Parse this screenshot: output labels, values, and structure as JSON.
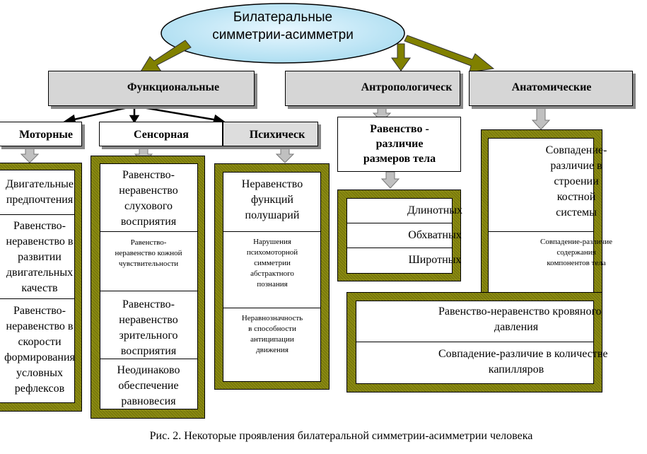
{
  "root": {
    "title_lines": [
      "Билатеральные",
      "симметрии-асимметри"
    ]
  },
  "categories": {
    "functional": "Функциональные",
    "anthropological": "Антропологическ",
    "anatomical": "Анатомические"
  },
  "functional_sub": {
    "motor": "Моторные",
    "sensory": "Сенсорная",
    "psychic": "Психическ"
  },
  "motor_items": [
    [
      "Двигательные",
      "предпочтения"
    ],
    [
      "Равенство-",
      "неравенство в",
      "развитии",
      "двигательных",
      "качеств"
    ],
    [
      "Равенство-",
      "неравенство в",
      "скорости",
      "формирования",
      "условных",
      "рефлексов"
    ]
  ],
  "sensory_items": [
    [
      "Равенство-",
      "неравенство",
      "слухового",
      "восприятия"
    ],
    [
      "Равенство-",
      "неравенство кожной",
      "чувствительности"
    ],
    [
      "Равенство-",
      "неравенство",
      "зрительного",
      "восприятия"
    ],
    [
      "Неодинаково",
      "обеспечение",
      "равновесия"
    ]
  ],
  "psychic_items": [
    [
      "Неравенство",
      "функций",
      "полушарий"
    ],
    [
      "Нарушения",
      "психомоторной",
      "симметрии",
      "абстрактного",
      "познания"
    ],
    [
      "Неравнозначность",
      "в способности",
      "антиципации",
      "движения"
    ]
  ],
  "anthro": {
    "header": [
      "Равенство -",
      "различие",
      "размеров тела"
    ],
    "items": [
      "Длинотных",
      "Обхватных",
      "Широтных"
    ]
  },
  "anatomical_items": [
    [
      "Совпадение-",
      "различие в",
      "строении",
      "костной",
      "системы"
    ],
    [
      "Совпадение-различие",
      "содержания",
      "компонентов тела"
    ]
  ],
  "lower_items": [
    [
      "Равенство-неравенство кровяного",
      "давления"
    ],
    [
      "Совпадение-различие в количестве",
      "капилляров"
    ]
  ],
  "caption": "Рис. 2. Некоторые проявления билатеральной симметрии-асимметрии человека"
}
